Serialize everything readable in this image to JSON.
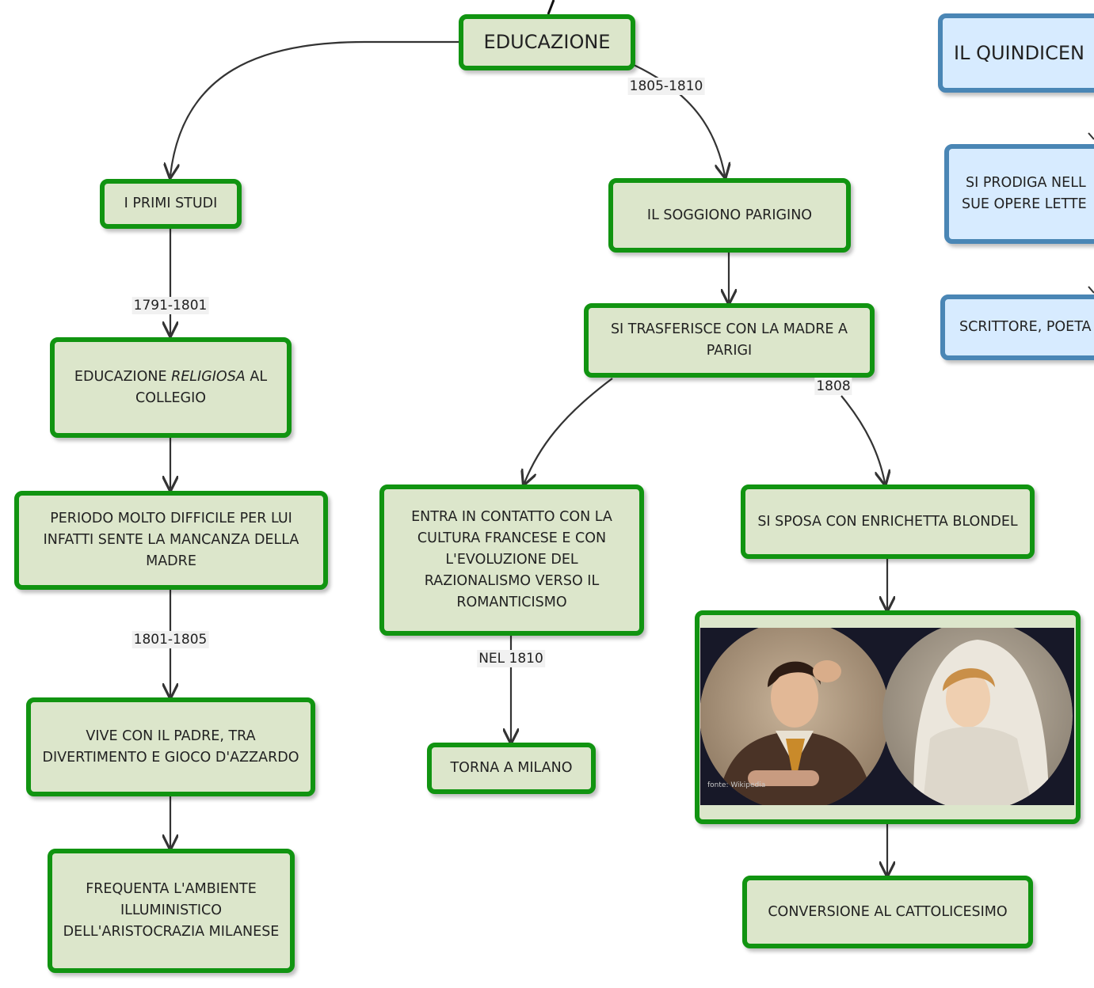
{
  "nodes": {
    "educazione": "EDUCAZIONE",
    "primi_studi": "I PRIMI STUDI",
    "educazione_religiosa_pre": "EDUCAZIONE ",
    "educazione_religiosa_em": "RELIGIOSA",
    "educazione_religiosa_post": " AL COLLEGIO",
    "periodo_difficile": "PERIODO MOLTO DIFFICILE PER LUI INFATTI SENTE LA MANCANZA DELLA MADRE",
    "vive_padre": "VIVE CON IL PADRE, TRA DIVERTIMENTO E GIOCO D'AZZARDO",
    "frequenta": "FREQUENTA L'AMBIENTE ILLUMINISTICO DELL'ARISTOCRAZIA MILANESE",
    "soggiorno": "IL SOGGIONO PARIGINO",
    "trasferisce": "SI TRASFERISCE CON LA MADRE A PARIGI",
    "contatto": "ENTRA IN CONTATTO CON LA CULTURA FRANCESE E CON L'EVOLUZIONE DEL RAZIONALISMO VERSO IL ROMANTICISMO",
    "torna": "TORNA A MILANO",
    "sposa": "SI SPOSA CON ENRICHETTA BLONDEL",
    "conversione": "CONVERSIONE AL CATTOLICESIMO",
    "quindicennio": "IL QUINDICEN",
    "prodiga_line1": "SI PRODIGA NELL",
    "prodiga_line2": "SUE OPERE LETTE",
    "scrittore": "SCRITTORE, POETA"
  },
  "edge_labels": {
    "e1805": "1805-1810",
    "e1791": "1791-1801",
    "e1801": "1801-1805",
    "e1808": "1808",
    "nel1810": "NEL 1810"
  },
  "image": {
    "caption": "fonte: Wikipedia"
  },
  "colors": {
    "green_fill": "#dce6cb",
    "green_border": "#119411",
    "blue_fill": "#d7ebff",
    "blue_border": "#4a86b5",
    "edge": "#333333"
  }
}
